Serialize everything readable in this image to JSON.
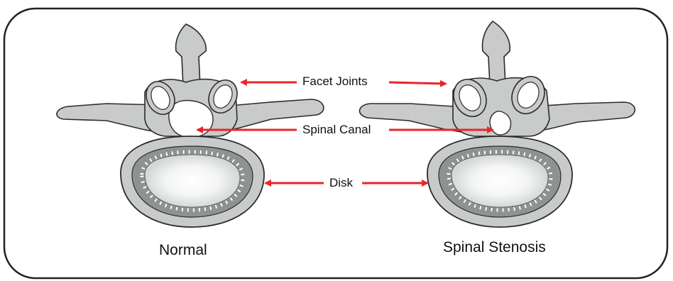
{
  "labels": {
    "facet_joints": "Facet Joints",
    "spinal_canal": "Spinal Canal",
    "disk": "Disk",
    "normal": "Normal",
    "spinal_stenosis": "Spinal Stenosis"
  },
  "colors": {
    "arrow": "#e8262b",
    "bone_fill": "#c9cbcb",
    "bone_stroke": "#2b2b2b",
    "frame_stroke": "#222222"
  }
}
